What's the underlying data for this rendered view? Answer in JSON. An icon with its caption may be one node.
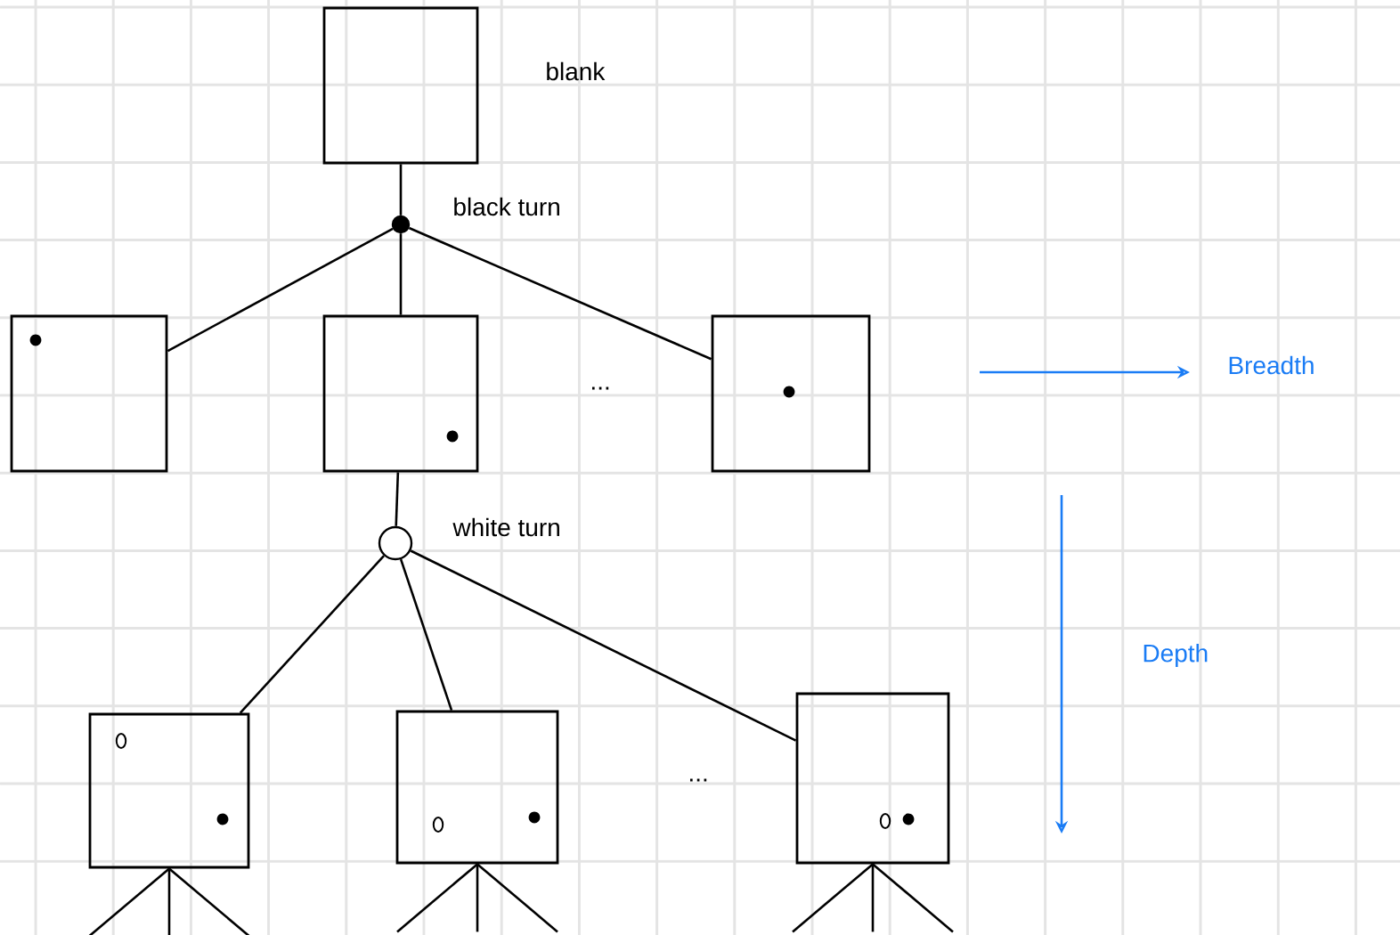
{
  "diagram": {
    "nodes": [
      {
        "text": [],
        "shape": "box",
        "beside": [
          "blank"
        ]
      },
      {
        "text": [],
        "shape": "circle",
        "beside": [
          "black turn"
        ]
      },
      {
        "text": [],
        "shape": "box"
      },
      {
        "text": [],
        "shape": "box"
      },
      {
        "text": [],
        "shape": "box"
      },
      {
        "text": [],
        "shape": "circle",
        "beside": [
          "white turn"
        ]
      },
      {
        "text": [],
        "shape": "box"
      },
      {
        "text": [],
        "shape": "box"
      },
      {
        "text": [],
        "shape": "box"
      }
    ],
    "edges": [
      {
        "from": 0,
        "to": 1,
        "arrow": "none"
      },
      {
        "from": 1,
        "to": 2,
        "arrow": "none"
      },
      {
        "from": 1,
        "to": 3,
        "arrow": "none"
      },
      {
        "from": 1,
        "to": 4,
        "arrow": "none"
      },
      {
        "from": 3,
        "to": 5,
        "arrow": "none"
      },
      {
        "from": 5,
        "to": 6,
        "arrow": "none"
      },
      {
        "from": 5,
        "to": 7,
        "arrow": "none"
      },
      {
        "from": 5,
        "to": 8,
        "arrow": "none"
      },
      {
        "from": 6,
        "to": null,
        "arrow": "none"
      },
      {
        "from": 6,
        "to": null,
        "arrow": "none"
      },
      {
        "from": 6,
        "to": null,
        "arrow": "none"
      },
      {
        "from": 7,
        "to": null,
        "arrow": "none"
      },
      {
        "from": 7,
        "to": null,
        "arrow": "none"
      },
      {
        "from": 7,
        "to": null,
        "arrow": "none"
      },
      {
        "from": 8,
        "to": null,
        "arrow": "none"
      },
      {
        "from": 8,
        "to": null,
        "arrow": "none"
      },
      {
        "from": 8,
        "to": null,
        "arrow": "none"
      }
    ],
    "labels": [
      "...",
      "Breadth",
      "Depth",
      "..."
    ]
  }
}
